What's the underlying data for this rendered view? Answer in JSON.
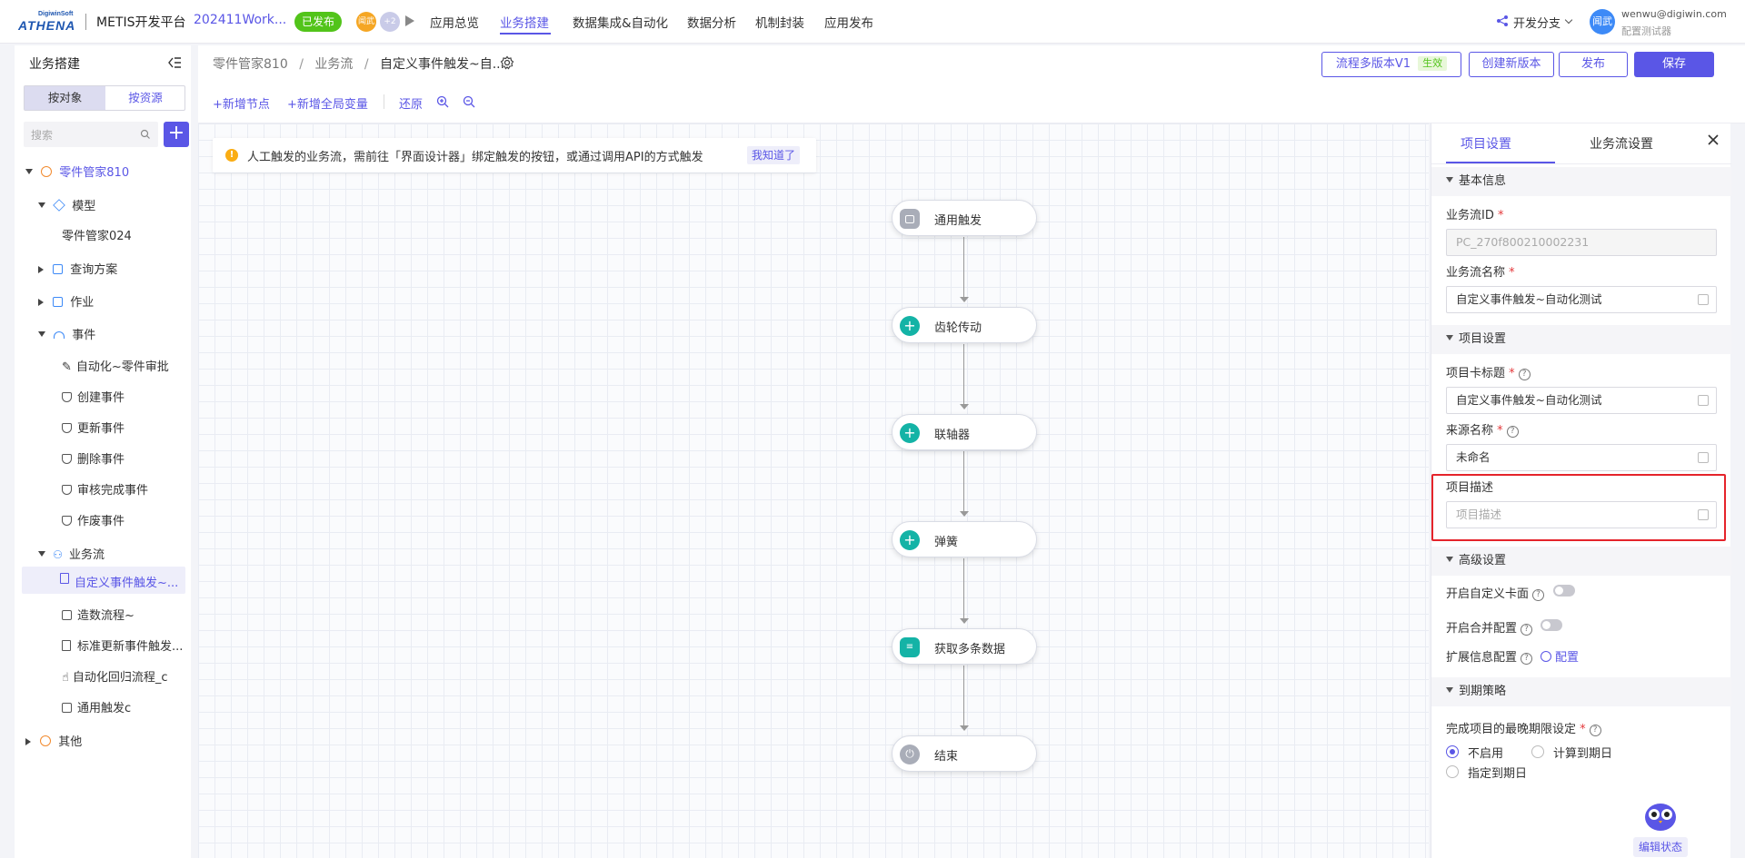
{
  "header": {
    "logo_small": "DigiwinSoft",
    "logo": "ATHENA",
    "app_title": "METIS开发平台",
    "app_name": "202411Work...",
    "status_tag": "已发布",
    "avatar1": "闻武",
    "avatar_more": "+2",
    "nav": [
      "应用总览",
      "业务搭建",
      "数据集成&自动化",
      "数据分析",
      "机制封装",
      "应用发布"
    ],
    "branch": "开发分支",
    "user_avatar": "闻武",
    "user_email": "wenwu@digiwin.com",
    "user_role": "配置测试器"
  },
  "sidebar": {
    "title": "业务搭建",
    "tab_object": "按对象",
    "tab_resource": "按资源",
    "search_placeholder": "搜索",
    "root": "零件管家810",
    "model": "模型",
    "model_child": "零件管家024",
    "query": "查询方案",
    "job": "作业",
    "event": "事件",
    "events": [
      "自动化~零件审批",
      "创建事件",
      "更新事件",
      "删除事件",
      "审核完成事件",
      "作废事件"
    ],
    "flow": "业务流",
    "flows": [
      "自定义事件触发~...",
      "造数流程~",
      "标准更新事件触发...",
      "自动化回归流程_c",
      "通用触发c"
    ],
    "other": "其他"
  },
  "breadcrumb": {
    "b1": "零件管家810",
    "b2": "业务流",
    "b3": "自定义事件触发~自..."
  },
  "actions": {
    "version": "流程多版本V1",
    "version_status": "生效",
    "new_version": "创建新版本",
    "publish": "发布",
    "save": "保存"
  },
  "toolbar": {
    "add_node": "+新增节点",
    "add_var": "+新增全局变量",
    "restore": "还原"
  },
  "notice": {
    "text": "人工触发的业务流，需前往「界面设计器」绑定触发的按钮，或通过调用API的方式触发",
    "ack": "我知道了"
  },
  "flow_nodes": [
    {
      "label": "通用触发",
      "icon": "trigger-icon",
      "color": "#a9adb8"
    },
    {
      "label": "齿轮传动",
      "icon": "plus-icon",
      "color": "#14b3a6"
    },
    {
      "label": "联轴器",
      "icon": "plus-icon",
      "color": "#14b3a6"
    },
    {
      "label": "弹簧",
      "icon": "plus-icon",
      "color": "#14b3a6"
    },
    {
      "label": "获取多条数据",
      "icon": "query-icon",
      "color": "#14b3a6"
    },
    {
      "label": "结束",
      "icon": "power-icon",
      "color": "#a9adb8"
    }
  ],
  "panel": {
    "tab_project": "项目设置",
    "tab_flow": "业务流设置",
    "sec_basic": "基本信息",
    "flow_id_label": "业务流ID",
    "flow_id_value": "PC_270f800210002231",
    "flow_name_label": "业务流名称",
    "flow_name_value": "自定义事件触发~自动化测试",
    "sec_project": "项目设置",
    "card_title_label": "项目卡标题",
    "card_title_value": "自定义事件触发~自动化测试",
    "source_label": "来源名称",
    "source_value": "未命名",
    "desc_label": "项目描述",
    "desc_placeholder": "项目描述",
    "sec_advanced": "高级设置",
    "custom_card": "开启自定义卡面",
    "merge_config": "开启合并配置",
    "ext_info": "扩展信息配置",
    "config_link": "配置",
    "sec_expire": "到期策略",
    "deadline_label": "完成项目的最晚期限设定",
    "radio_off": "不启用",
    "radio_calc": "计算到期日",
    "radio_set": "指定到期日",
    "edit_status": "编辑状态"
  },
  "colors": {
    "accent": "#5a56e6",
    "teal": "#14b3a6",
    "highlight": "#e5242b",
    "published": "#52c41a"
  }
}
